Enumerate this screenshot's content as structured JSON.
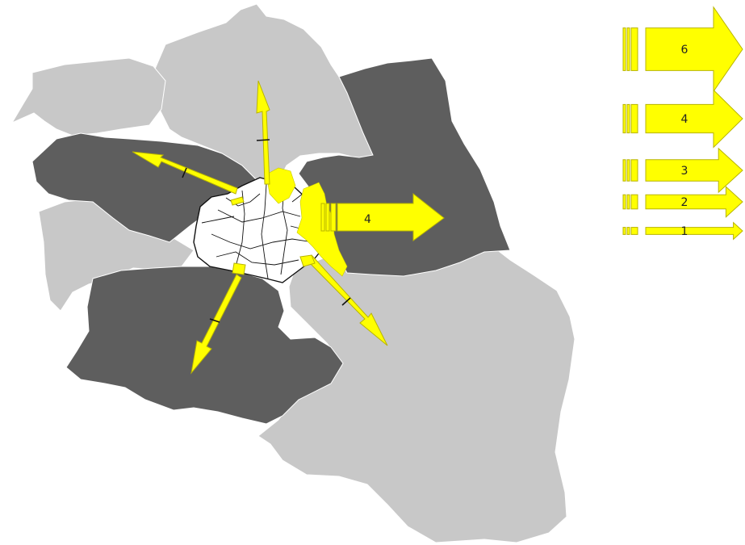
{
  "map": {
    "main_flow_label": "4",
    "colors": {
      "region_light": "#c8c8c8",
      "region_dark": "#5e5e5e",
      "city": "#ffffff",
      "flow": "#ffff00"
    }
  },
  "legend": {
    "items": [
      {
        "label": "6",
        "value": 6
      },
      {
        "label": "4",
        "value": 4
      },
      {
        "label": "3",
        "value": 3
      },
      {
        "label": "2",
        "value": 2
      },
      {
        "label": "1",
        "value": 1
      }
    ]
  }
}
